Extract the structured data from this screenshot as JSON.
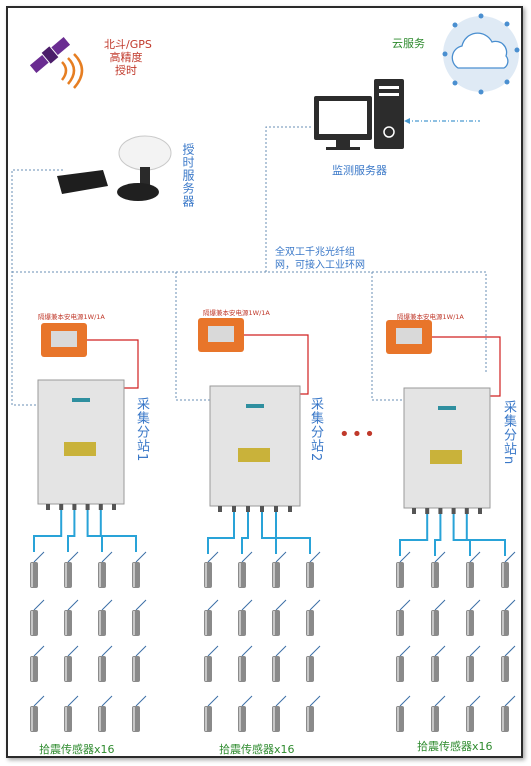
{
  "beidou": {
    "line1": "北斗/GPS",
    "line2": "高精度",
    "line3": "授时"
  },
  "cloud": {
    "label": "云服务"
  },
  "monitor_server": {
    "label": "监测服务器"
  },
  "timing_server": {
    "label": "授时服务器"
  },
  "network": {
    "line1": "全双工千兆光纤组",
    "line2": "网，可接入工业环网"
  },
  "power_box": {
    "label": "隔爆兼本安电源1W/1A"
  },
  "stations": [
    {
      "label": "采集分站1"
    },
    {
      "label": "采集分站2"
    },
    {
      "label": "采集分站n"
    }
  ],
  "ellipsis": "•••",
  "sensor_group": {
    "label": "拾震传感器x16"
  },
  "colors": {
    "frame": "#2b2b2b",
    "red_text": "#c0392b",
    "blue_text": "#3a78c8",
    "green_text": "#2e8b2e",
    "cable": "#29a3d8",
    "dotted_link": "#6a8fb5",
    "power_line": "#d02020",
    "power_box_orange": "#e8752a",
    "station_grey": "#e4e4e4"
  }
}
